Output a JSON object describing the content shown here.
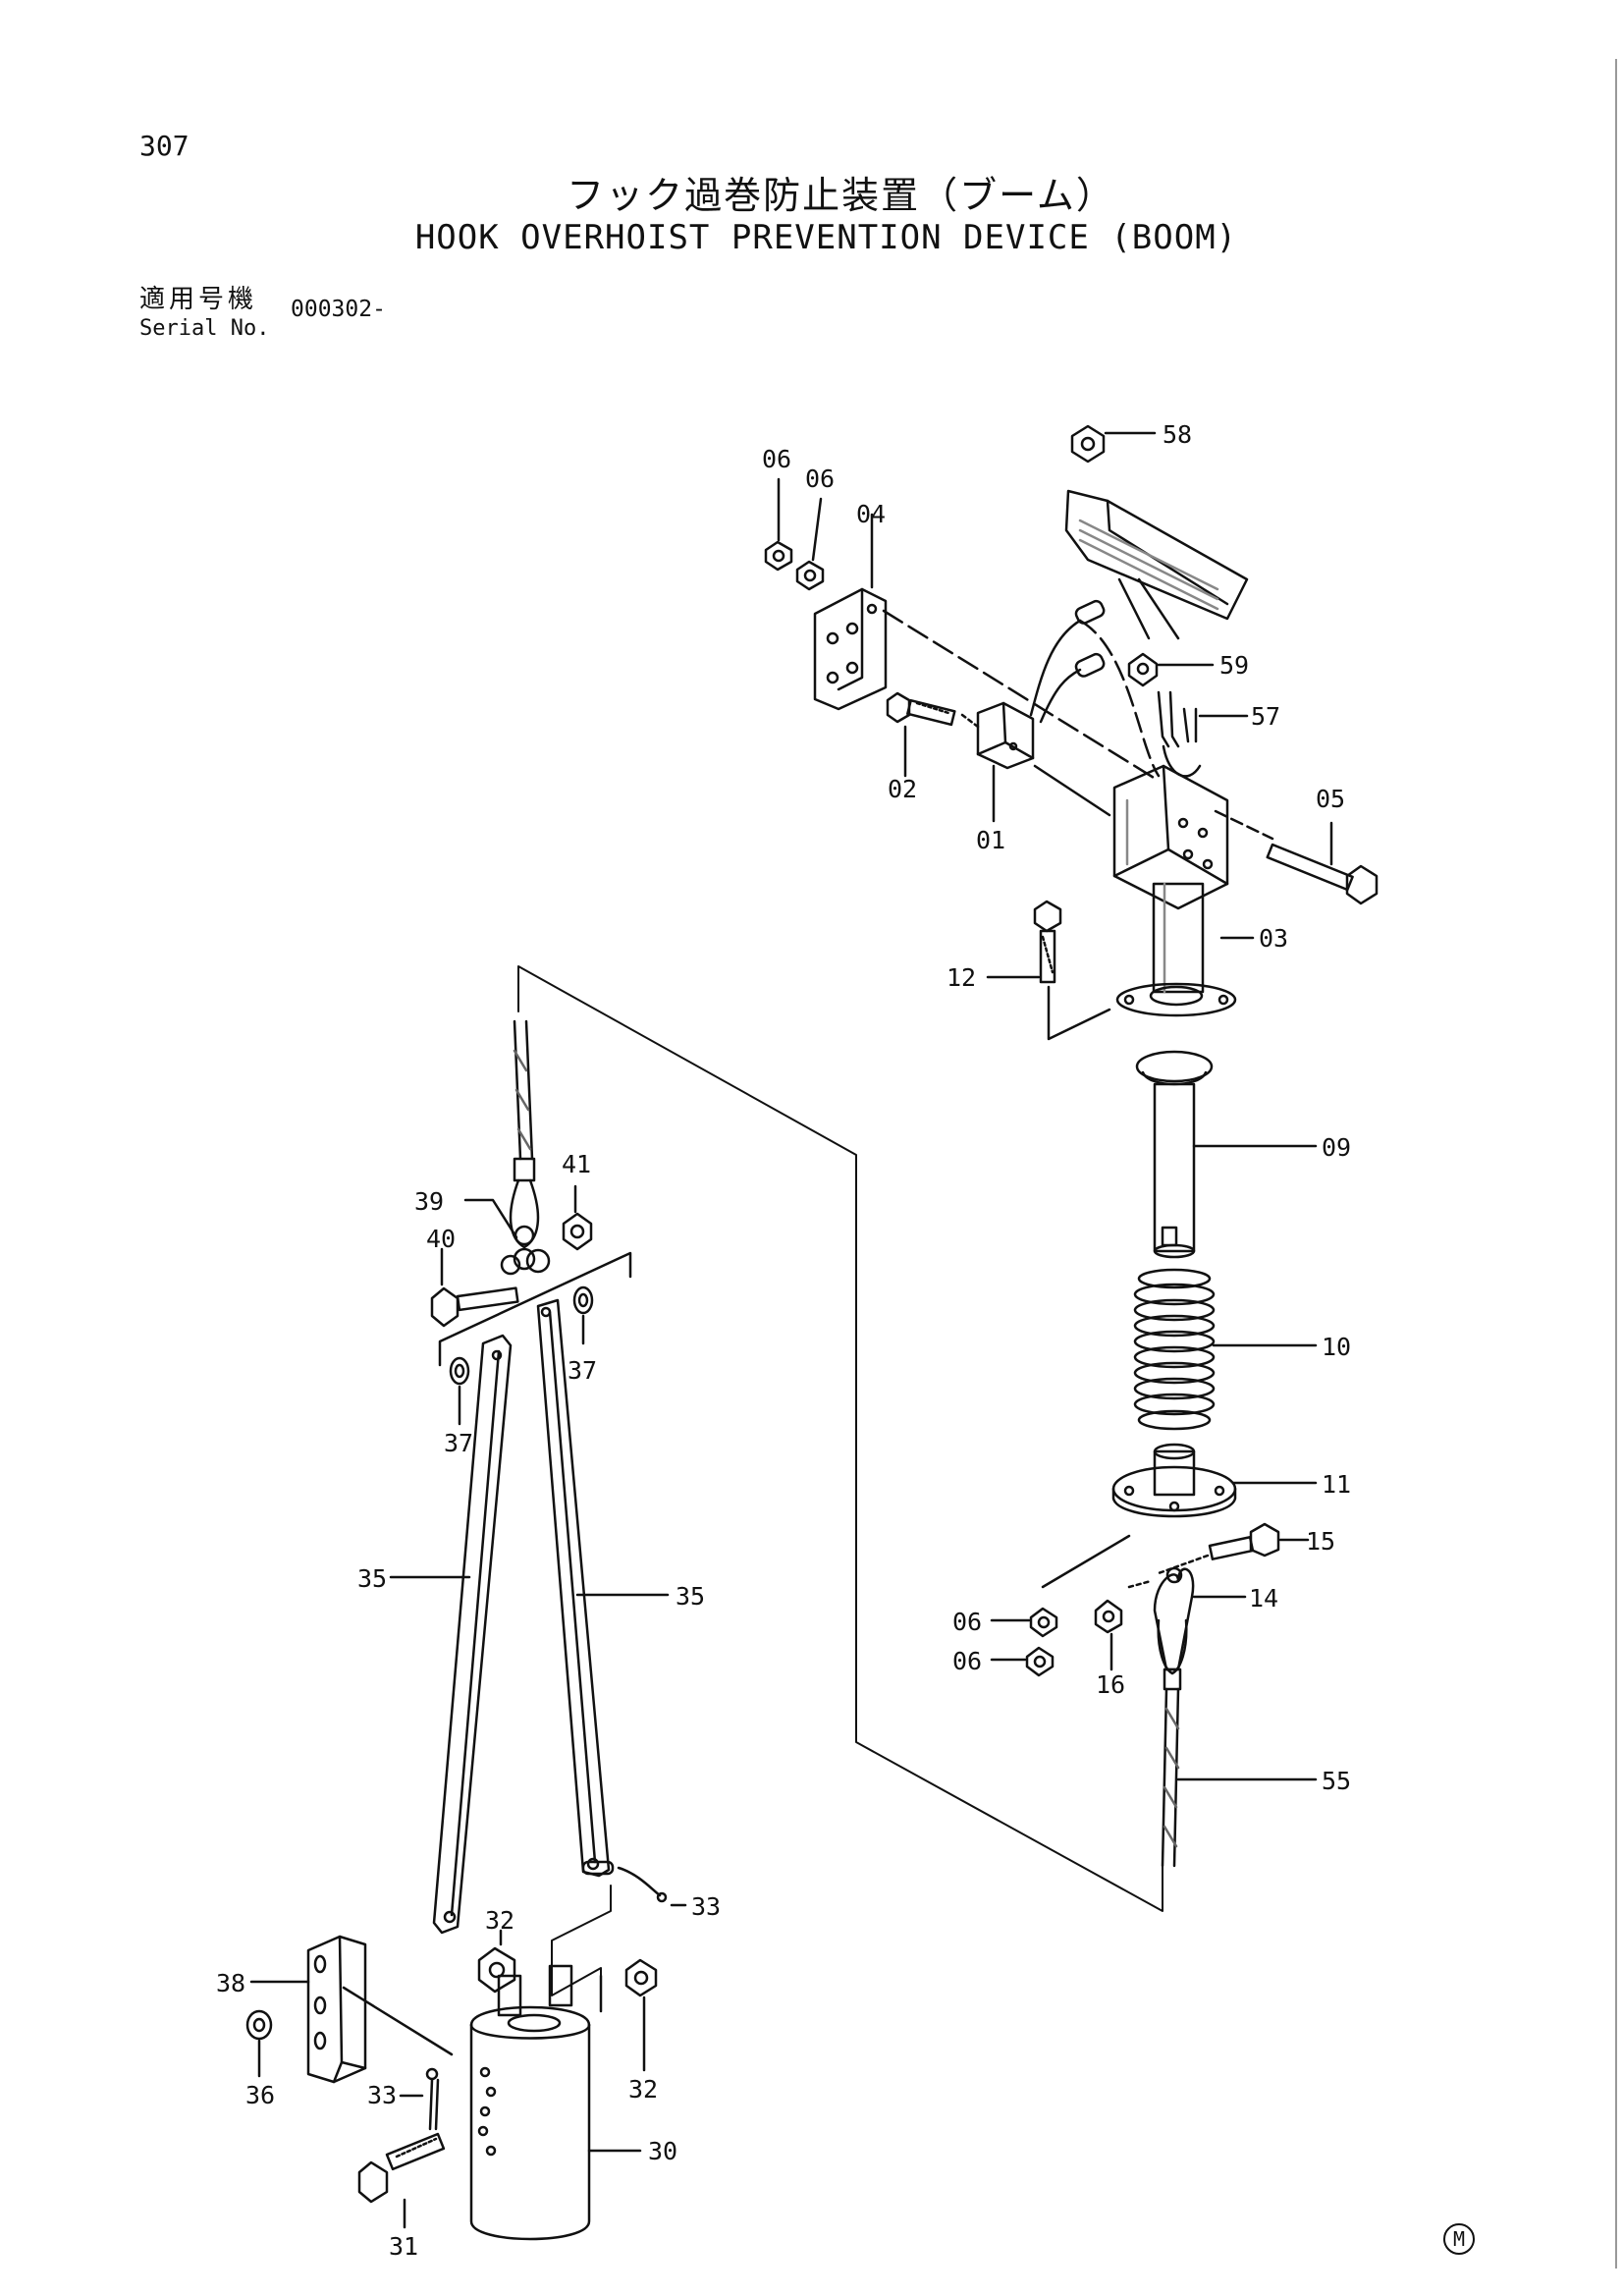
{
  "header": {
    "page_number": "307",
    "title_jp": "フック過巻防止装置（ブーム）",
    "title_en": "HOOK OVERHOIST PREVENTION DEVICE (BOOM)",
    "serial_label_jp": "適用号機",
    "serial_label_en": "Serial No.",
    "serial_value": "000302-"
  },
  "footer": {
    "mark": "M"
  },
  "callouts": {
    "c58": "58",
    "c06a": "06",
    "c06b": "06",
    "c04": "04",
    "c59": "59",
    "c57": "57",
    "c02": "02",
    "c01": "01",
    "c05": "05",
    "c03": "03",
    "c12": "12",
    "c09": "09",
    "c41": "41",
    "c39": "39",
    "c40": "40",
    "c37a": "37",
    "c37b": "37",
    "c10": "10",
    "c11": "11",
    "c15": "15",
    "c35a": "35",
    "c35b": "35",
    "c06c": "06",
    "c06d": "06",
    "c14": "14",
    "c16": "16",
    "c55": "55",
    "c33a": "33",
    "c32a": "32",
    "c38": "38",
    "c36": "36",
    "c33b": "33",
    "c32b": "32",
    "c30": "30",
    "c31": "31"
  }
}
